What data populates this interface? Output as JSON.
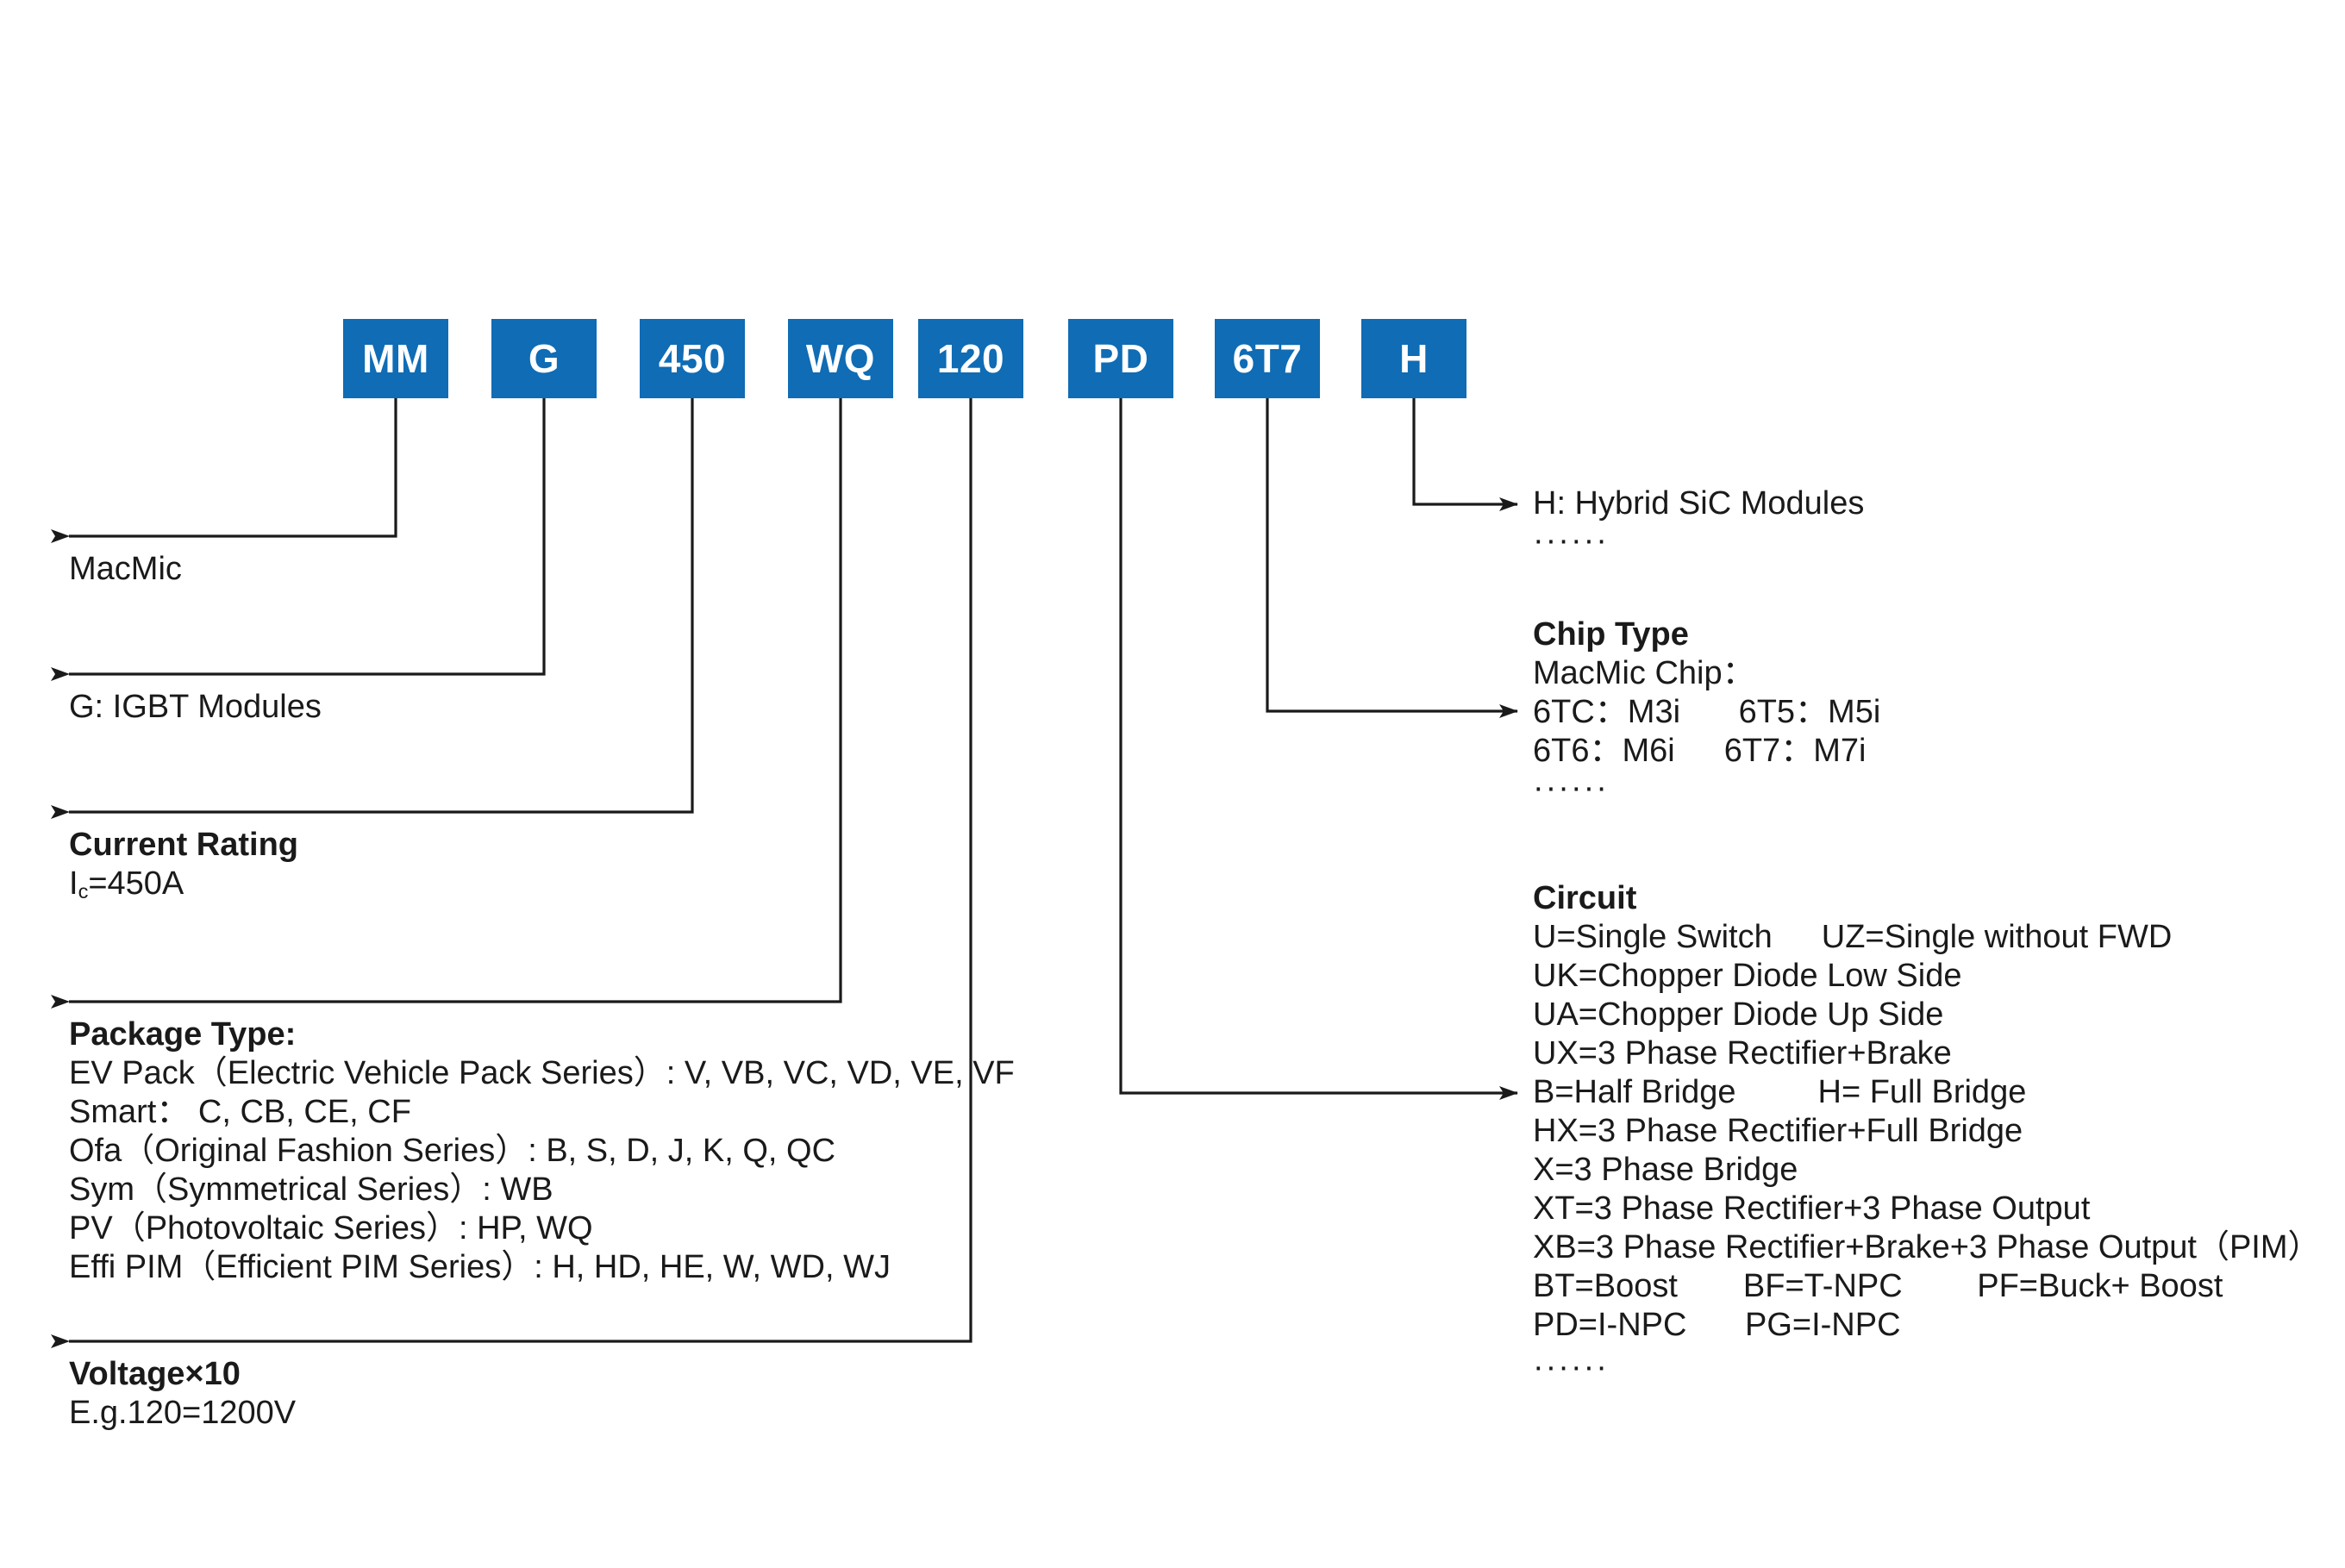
{
  "title": "MacMic IGBT Module Part Number Decoder",
  "part_number_segments": [
    {
      "code": "MM",
      "name": "manufacturer"
    },
    {
      "code": "G",
      "name": "module-family"
    },
    {
      "code": "450",
      "name": "current-rating"
    },
    {
      "code": "WQ",
      "name": "package-type"
    },
    {
      "code": "120",
      "name": "voltage"
    },
    {
      "code": "PD",
      "name": "circuit"
    },
    {
      "code": "6T7",
      "name": "chip-type"
    },
    {
      "code": "H",
      "name": "hybrid-sic"
    }
  ],
  "colors": {
    "box_fill": "#0F6CB5",
    "box_text": "#FFFFFF",
    "line": "#1a1a1a",
    "text": "#1a1a1a",
    "background": "#FFFFFF"
  },
  "left_labels": {
    "manufacturer": {
      "heading": "",
      "lines": [
        "MacMic"
      ]
    },
    "module_family": {
      "heading": "",
      "lines": [
        "G: IGBT Modules"
      ]
    },
    "current_rating": {
      "heading": "Current Rating",
      "value_prefix": "I",
      "value_subscript": "c",
      "value_suffix": "=450A"
    },
    "package_type": {
      "heading": "Package Type:",
      "lines": [
        "EV Pack（Electric Vehicle Pack Series）:  V, VB, VC, VD, VE, VF",
        "Smart： C, CB, CE, CF",
        "Ofa（Original Fashion Series）:  B, S, D, J, K, Q, QC",
        "Sym（Symmetrical Series）:  WB",
        "PV（Photovoltaic Series）:  HP, WQ",
        "Effi PIM（Efficient PIM Series）:  H, HD, HE, W, WD, WJ"
      ]
    },
    "voltage": {
      "heading": "Voltage×10",
      "lines": [
        "E.g.120=1200V"
      ]
    }
  },
  "right_labels": {
    "hybrid_sic": {
      "heading": "",
      "lines": [
        "H: Hybrid SiC Modules"
      ],
      "ellipsis": "······"
    },
    "chip_type": {
      "heading": "Chip Type",
      "lines": [
        "MacMic Chip：",
        "6TC：M3i   6T5：M5i",
        "6T6：M6i  6T7：M7i"
      ],
      "ellipsis": "······"
    },
    "circuit": {
      "heading": "Circuit",
      "lines": [
        "U=Single Switch  UZ=Single without FWD",
        "UK=Chopper Diode Low Side",
        "UA=Chopper Diode Up Side",
        "UX=3 Phase Rectifier+Brake",
        "B=Half Bridge   H= Full Bridge",
        "HX=3 Phase Rectifier+Full Bridge",
        "X=3 Phase Bridge",
        "XT=3 Phase Rectifier+3 Phase Output",
        "XB=3 Phase Rectifier+Brake+3 Phase Output（PIM）",
        "BT=Boost  BF=T-NPC   PF=Buck+ Boost",
        "PD=I-NPC   PG=I-NPC"
      ],
      "ellipsis": "······"
    }
  }
}
